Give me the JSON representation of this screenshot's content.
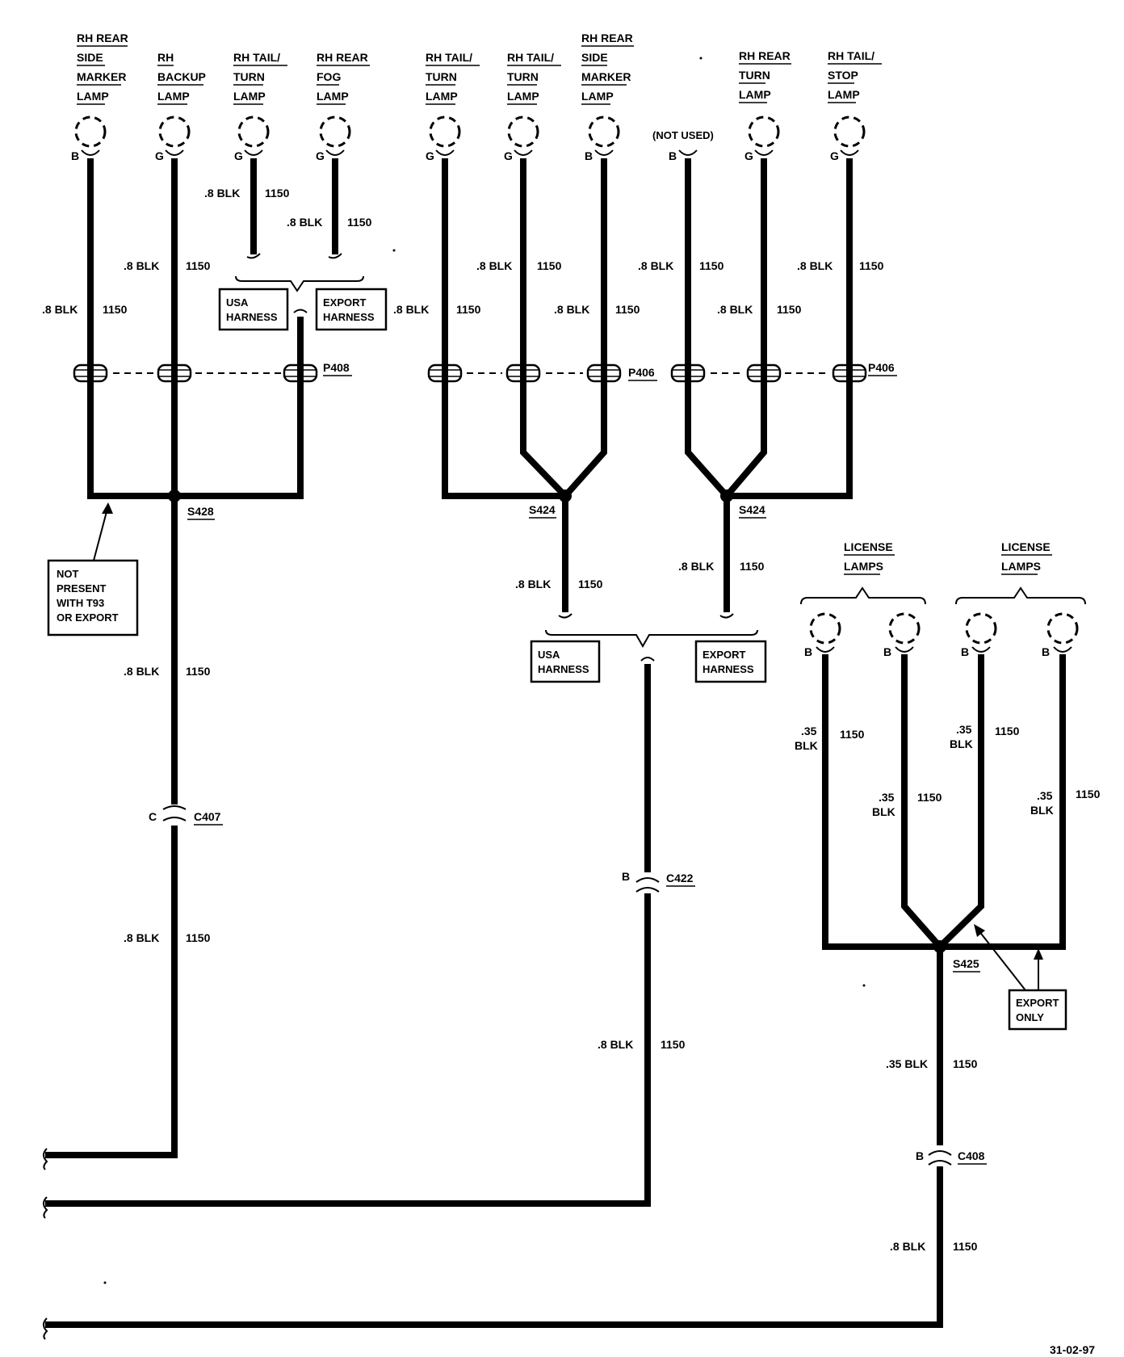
{
  "top_lamps": [
    {
      "lines": [
        "RH REAR",
        "SIDE",
        "MARKER",
        "LAMP"
      ],
      "pin": "B"
    },
    {
      "lines": [
        "RH",
        "BACKUP",
        "LAMP"
      ],
      "pin": "G"
    },
    {
      "lines": [
        "RH TAIL/",
        "TURN",
        "LAMP"
      ],
      "pin": "G"
    },
    {
      "lines": [
        "RH REAR",
        "FOG",
        "LAMP"
      ],
      "pin": "G"
    },
    {
      "lines": [
        "RH TAIL/",
        "TURN",
        "LAMP"
      ],
      "pin": "G"
    },
    {
      "lines": [
        "RH TAIL/",
        "TURN",
        "LAMP"
      ],
      "pin": "G"
    },
    {
      "lines": [
        "RH REAR",
        "SIDE",
        "MARKER",
        "LAMP"
      ],
      "pin": "B"
    },
    {
      "lines": [
        "(NOT USED)"
      ],
      "pin": "B"
    },
    {
      "lines": [
        "RH REAR",
        "TURN",
        "LAMP"
      ],
      "pin": "G"
    },
    {
      "lines": [
        "RH TAIL/",
        "STOP",
        "LAMP"
      ],
      "pin": "G"
    }
  ],
  "license_groups": [
    {
      "lines": [
        "LICENSE",
        "LAMPS"
      ],
      "pins": [
        "B",
        "B"
      ]
    },
    {
      "lines": [
        "LICENSE",
        "LAMPS"
      ],
      "pins": [
        "B",
        "B"
      ]
    }
  ],
  "wire_color": ".8 BLK",
  "wire_color_small": ".35 BLK",
  "wire_size_small": ".35",
  "wire_color_word": "BLK",
  "circuit": "1150",
  "connectors": {
    "p408": "P408",
    "p406a": "P406",
    "p406b": "P406",
    "s428": "S428",
    "s424a": "S424",
    "s424b": "S424",
    "s425": "S425",
    "c407": "C407",
    "c407_pin": "C",
    "c422": "C422",
    "c422_pin": "B",
    "c408": "C408",
    "c408_pin": "B"
  },
  "boxes": {
    "usa_harness": [
      "USA",
      "HARNESS"
    ],
    "export_harness": [
      "EXPORT",
      "HARNESS"
    ],
    "not_present": [
      "NOT",
      "PRESENT",
      "WITH T93",
      "OR EXPORT"
    ],
    "export_only": [
      "EXPORT",
      "ONLY"
    ]
  },
  "figure_id": "31-02-97"
}
